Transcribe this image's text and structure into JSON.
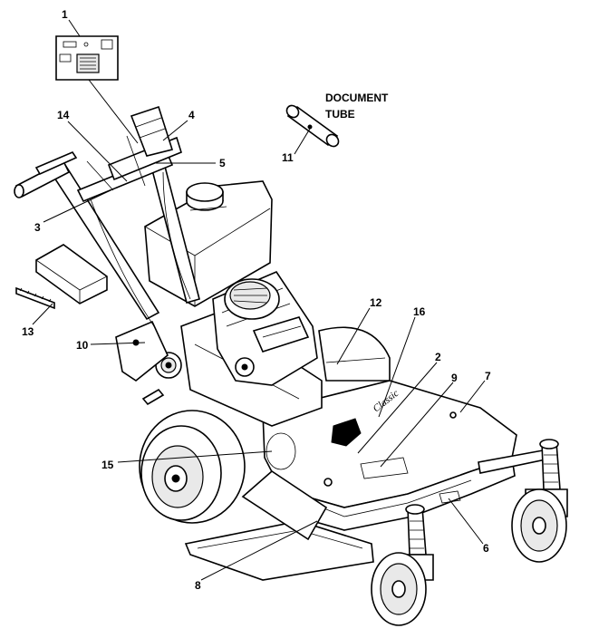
{
  "title_lines": [
    "DOCUMENT",
    "TUBE"
  ],
  "callouts": [
    "1",
    "2",
    "3",
    "4",
    "5",
    "6",
    "7",
    "8",
    "9",
    "10",
    "11",
    "12",
    "13",
    "14",
    "15",
    "16"
  ],
  "decal_text": "Classic"
}
